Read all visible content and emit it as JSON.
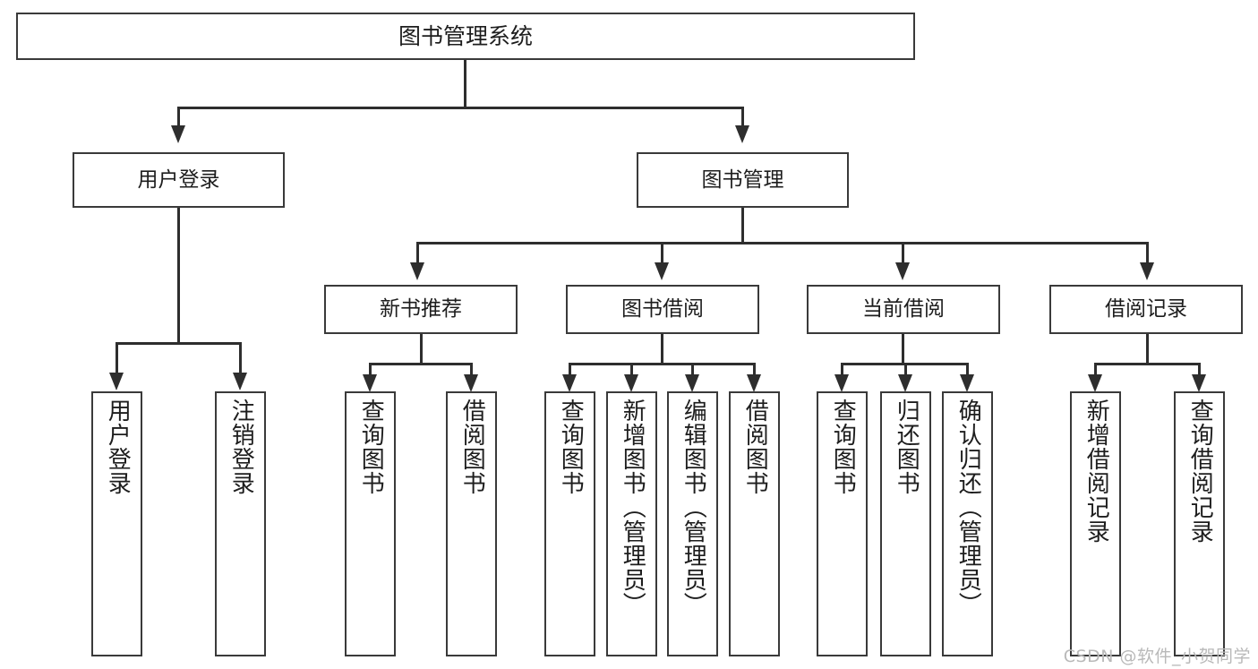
{
  "diagram": {
    "title": "图书管理系统",
    "root": {
      "label": "图书管理系统"
    },
    "level2": [
      {
        "label": "用户登录"
      },
      {
        "label": "图书管理"
      }
    ],
    "level3": [
      {
        "label": "新书推荐"
      },
      {
        "label": "图书借阅"
      },
      {
        "label": "当前借阅"
      },
      {
        "label": "借阅记录"
      }
    ],
    "leaves": {
      "user_login": [
        {
          "label": "用户登录"
        },
        {
          "label": "注销登录"
        }
      ],
      "new_book_recommend": [
        {
          "label": "查询图书"
        },
        {
          "label": "借阅图书"
        }
      ],
      "book_borrow": [
        {
          "label": "查询图书"
        },
        {
          "label": "新增图书（管理员）"
        },
        {
          "label": "编辑图书（管理员）"
        },
        {
          "label": "借阅图书"
        }
      ],
      "current_borrow": [
        {
          "label": "查询图书"
        },
        {
          "label": "归还图书"
        },
        {
          "label": "确认归还（管理员）"
        }
      ],
      "borrow_record": [
        {
          "label": "新增借阅记录"
        },
        {
          "label": "查询借阅记录"
        }
      ]
    }
  },
  "watermark": {
    "text": "CSDN @软件_小贺同学"
  },
  "colors": {
    "box_border": "#3a3a3a",
    "connector": "#2e2e2e",
    "background": "#ffffff",
    "text": "#1d1d1d",
    "watermark": "#b9b9b9"
  }
}
